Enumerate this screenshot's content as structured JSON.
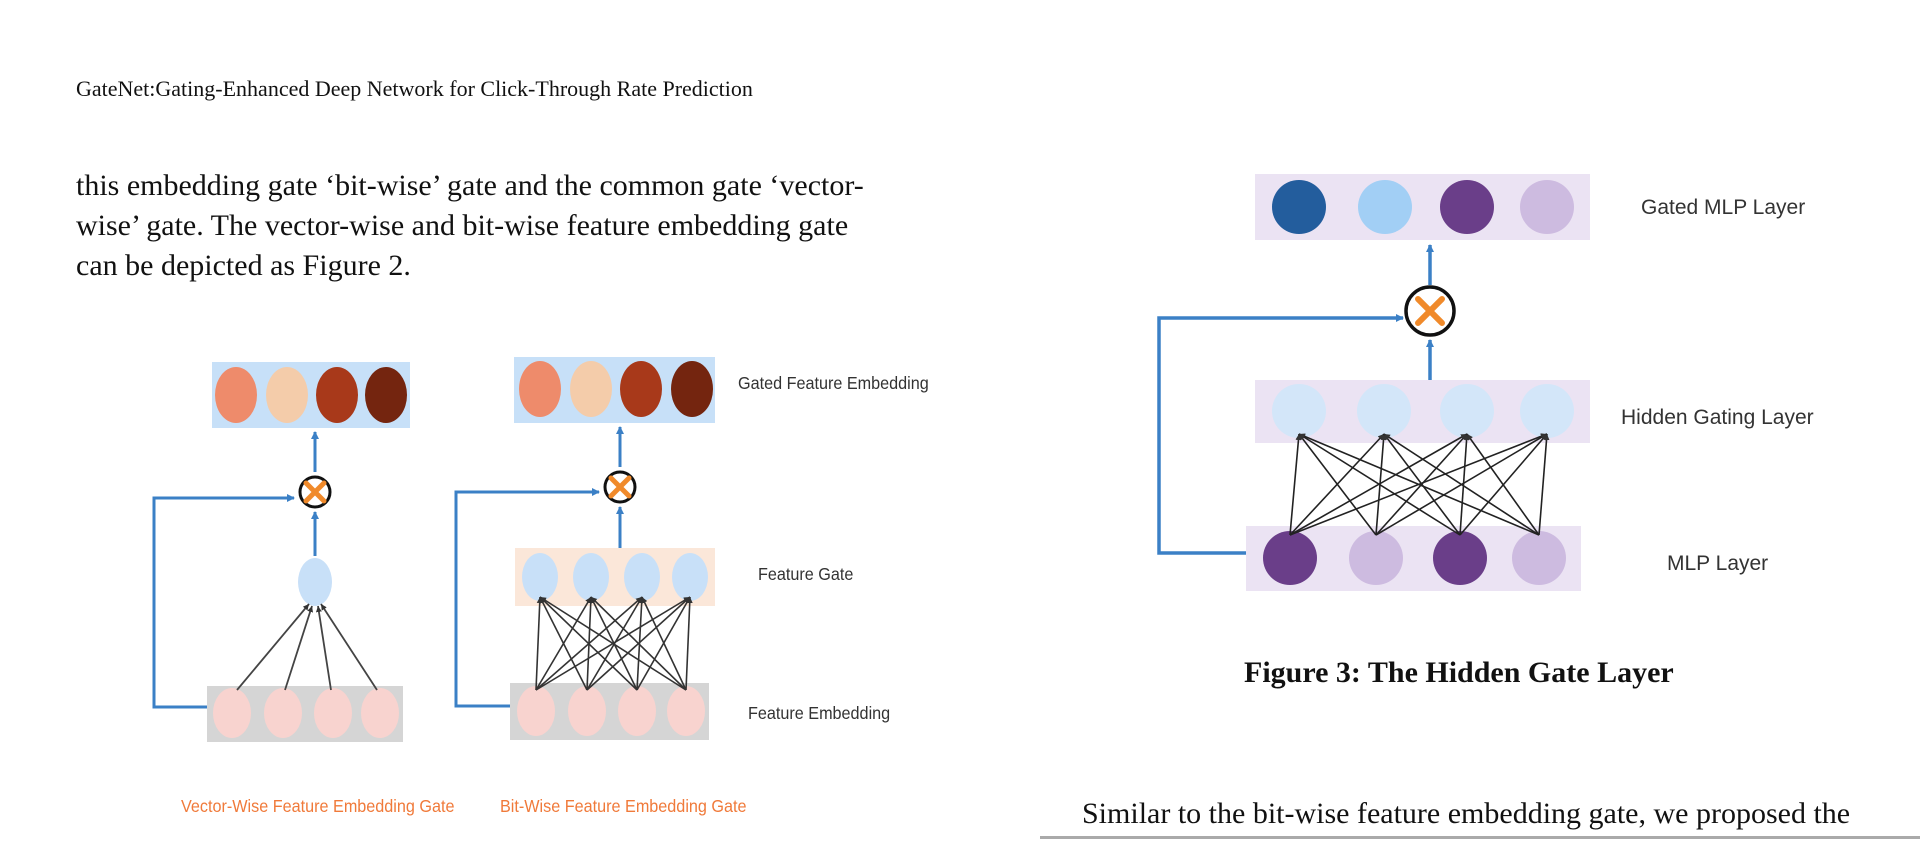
{
  "header": {
    "running_title": "GateNet:Gating-Enhanced Deep Network for Click-Through Rate Prediction"
  },
  "body_text": {
    "lines": [
      "this embedding gate ‘bit-wise’ gate and the common gate ‘vector-",
      "wise’ gate. The vector-wise and bit-wise feature embedding gate",
      "can be depicted as Figure 2."
    ]
  },
  "figure2": {
    "labels": {
      "gated_feature_embedding": "Gated Feature Embedding",
      "feature_gate": "Feature Gate",
      "feature_embedding": "Feature Embedding"
    },
    "subcaptions": {
      "vector_wise": "Vector-Wise Feature Embedding Gate",
      "bit_wise": "Bit-Wise Feature Embedding Gate"
    },
    "colors": {
      "output_fills": [
        "#ee8b6b",
        "#f4ccaa",
        "#a8391a",
        "#74250f"
      ],
      "embedding_node": "#f8d3cf",
      "gate_node": "#c8e0f8",
      "output_band": "#c7e0f8",
      "embedding_band": "#d5d5d5",
      "gate_band": "#fbe7d9",
      "arrow": "#3b80c6",
      "multiply": "#f08a2b",
      "caption": "#f07a3a"
    }
  },
  "figure3": {
    "labels": {
      "gated_mlp": "Gated MLP Layer",
      "hidden_gating": "Hidden Gating Layer",
      "mlp": "MLP Layer"
    },
    "caption": "Figure 3: The Hidden Gate Layer",
    "colors": {
      "top_fills": [
        "#235d9d",
        "#a2cff5",
        "#6a3e89",
        "#cdbbe0"
      ],
      "hidden_node": "#d3e6f9",
      "mlp_fills": [
        "#6a3e89",
        "#cdbbe0",
        "#6a3e89",
        "#cdbbe0"
      ],
      "band": "#ebe3f3"
    }
  },
  "continuation_text": "Similar to the bit-wise feature embedding gate, we proposed the"
}
